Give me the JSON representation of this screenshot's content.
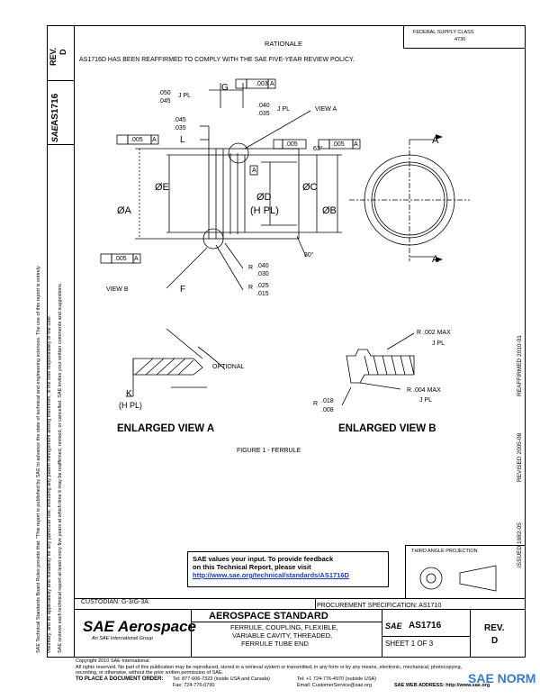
{
  "header": {
    "fedral_supply": "FEDERAL SUPPLY CLASS",
    "fsc_code": "4730",
    "rationale_title": "RATIONALE",
    "rationale_text": "AS1716D HAS BEEN REAFFIRMED TO COMPLY WITH THE SAE FIVE-YEAR REVIEW POLICY."
  },
  "left_strip": {
    "rev_label": "REV.",
    "rev_value": "D",
    "doc_label": "AS1716",
    "sae_logo": "SAE",
    "notice_1": "SAE Technical Standards Board Rules provide that: \"This report is published by SAE to advance the state of technical and engineering sciences. The use of this report is entirely",
    "notice_2": "voluntary, and its applicability and suitability for any particular use, including any patent infringement arising therefrom, is the sole responsibility of the user.\"",
    "notice_3": "SAE reviews each technical report at least every five years at which time it may be reaffirmed, revised, or cancelled. SAE invites your written comments and suggestions."
  },
  "right_strip": {
    "issued": "ISSUED 1982-05",
    "revised": "REVISED 2005-08",
    "reaffirmed": "REAFFIRMED 2010-01"
  },
  "drawing": {
    "figure_caption": "FIGURE 1 - FERRULE",
    "view_a_title": "ENLARGED VIEW A",
    "view_b_title": "ENLARGED VIEW B",
    "labels": {
      "g": "G",
      "tol_003": ".003",
      "datum_a": "A",
      "d050": ".050",
      "d045": ".045",
      "jpl": "J PL",
      "d040": ".040",
      "d035": ".035",
      "view_a": "VIEW A",
      "d045b": ".045",
      "d035b": ".035",
      "l": "L",
      "tol_005": ".005",
      "e": "ØE",
      "a": "ØA",
      "d": "ØD",
      "hpl": "(H PL)",
      "c": "ØC",
      "b": "ØB",
      "deg63": "63°",
      "deg30": "30°",
      "view_b": "VIEW B",
      "f": "F",
      "r040": ".040",
      "r030": ".030",
      "r025": ".025",
      "r015": ".015",
      "r_letter": "R",
      "optional": "OPTIONAL",
      "k": "K",
      "hpl2": "(H PL)",
      "r002": "R .002 MAX",
      "jpl2": "J PL",
      "r004": "R .004 MAX",
      "jpl3": "J PL",
      "r018": ".018",
      "r008": ".008",
      "third_angle": "THIRD ANGLE PROJECTION"
    }
  },
  "feedback": {
    "line1": "SAE values your input. To provide feedback",
    "line2": "on this Technical Report, please visit",
    "url": "http://www.sae.org/technical/standards/AS1716D"
  },
  "title_block": {
    "custodian": "CUSTODIAN: G-3/G-3A",
    "procurement": "PROCUREMENT SPECIFICATION: AS1710",
    "brand": "SAE Aerospace",
    "brand_sub": "An SAE International Group",
    "standard": "AEROSPACE STANDARD",
    "desc1": "FERRULE, COUPLING, FLEXIBLE,",
    "desc2": "VARIABLE CAVITY, THREADED,",
    "desc3": "FERRULE TUBE END",
    "doc_num": "AS1716",
    "sheet": "SHEET 1 OF 3",
    "rev_label": "REV.",
    "rev_value": "D"
  },
  "footer": {
    "copyright": "Copyright 2010 SAE International",
    "rights": "All rights reserved. No part of this publication may be reproduced, stored in a retrieval system or transmitted, in any form or by any means, electronic, mechanical, photocopying,",
    "rights2": "recording, or otherwise, without the prior written permission of SAE.",
    "order": "TO PLACE A DOCUMENT ORDER:",
    "tel1": "Tel: 877-606-7323 (inside USA and Canada)",
    "tel2": "Tel: +1 724-776-4970 (outside USA)",
    "fax": "Fax: 724-776-0790",
    "email": "Email: CustomerService@sae.org",
    "web": "SAE WEB ADDRESS: http://www.sae.org",
    "watermark": "SAE NORM"
  }
}
